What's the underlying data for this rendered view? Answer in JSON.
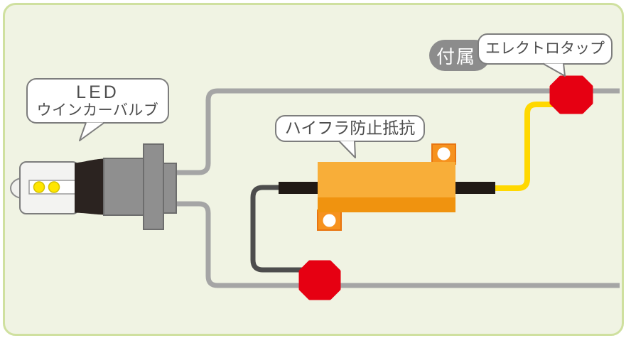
{
  "labels": {
    "led_bulb_line1": "LED",
    "led_bulb_line2": "ウインカーバルブ",
    "resistor": "ハイフラ防止抵抗",
    "electro_tap": "エレクトロタップ",
    "included_badge": "付属"
  },
  "components": {
    "led_winker_bulb": "led-bulb-illustration",
    "hyper_flash_resistor": "resistor-illustration",
    "electro_tap_top": "electro-tap-shape",
    "electro_tap_bottom": "electro-tap-shape",
    "vehicle_wires": "gray-wire-lines",
    "resistor_ground_wire": "dark-wire-line",
    "resistor_signal_wire": "yellow-wire-line"
  },
  "colors": {
    "panel_fill": "#f0f3e3",
    "panel_border": "#cfe09f",
    "wire_gray": "#a5a5a5",
    "wire_dark": "#4d4d4d",
    "wire_yellow": "#ffd800",
    "tap_red": "#e60012",
    "lead_black": "#201915",
    "resistor_body": "#f8ae39",
    "resistor_shade": "#f0930f",
    "resistor_tab": "#f6921e",
    "badge_gray": "#8c8c8c",
    "bubble_border": "#7d7d7d",
    "text_dark": "#4d4d4d",
    "led_yellow": "#ffe600"
  }
}
